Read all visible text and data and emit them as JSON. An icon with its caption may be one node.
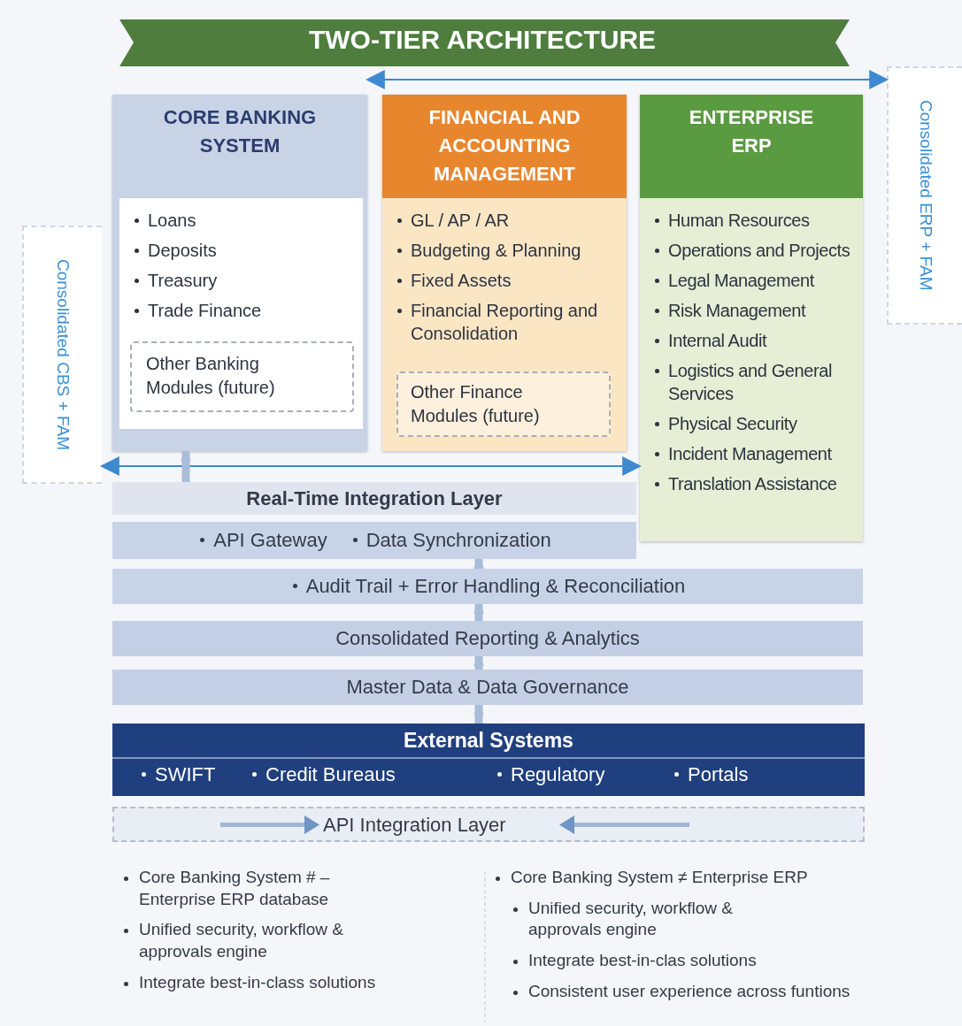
{
  "diagram": {
    "title": "TWO-TIER ARCHITECTURE",
    "nodes": [
      {
        "text": [
          "CORE BANKING SYSTEM",
          "Loans",
          "Deposits",
          "Treasury",
          "Trade Finance"
        ]
      },
      {
        "text": [
          "Other Banking Modules (future)"
        ],
        "in": 0
      },
      {
        "text": [
          "FINANCIAL AND ACCOUNTING MANAGEMENT",
          "GL / AP / AR",
          "Budgeting & Planning",
          "Fixed Assets",
          "Financial Reporting and Consolidation"
        ]
      },
      {
        "text": [
          "Other Finance Modules (future)"
        ],
        "in": 2
      },
      {
        "text": [
          "ENTERPRISE ERP",
          "Human Resources",
          "Operations and Projects",
          "Legal Management",
          "Risk Management",
          "Internal Audit",
          "Logistics and General Services",
          "Physical Security",
          "Incident Management",
          "Translation Assistance"
        ]
      },
      {
        "text": [
          "Consolidated ERP + FAM"
        ]
      },
      {
        "text": [
          "Consolidated CBS + FAM"
        ]
      },
      {
        "text": [
          "Real-Time Integration Layer"
        ]
      },
      {
        "text": [
          "API Gateway",
          "Data Synchronization"
        ]
      },
      {
        "text": [
          "Audit Trail + Error Handling & Reconciliation"
        ]
      },
      {
        "text": [
          "Consolidated Reporting & Analytics"
        ]
      },
      {
        "text": [
          "Master Data & Data Governance"
        ]
      },
      {
        "text": [
          "External Systems",
          "SWIFT",
          "Credit Bureaus",
          "Regulatory",
          "Portals"
        ]
      },
      {
        "text": [
          "API Integration Layer"
        ]
      }
    ],
    "edges": [
      {
        "from": 0,
        "to": 5,
        "arrow": "both",
        "color": "#3d8ad0"
      },
      {
        "from": 6,
        "to": 4,
        "arrow": "both",
        "color": "#3d8ad0"
      },
      {
        "from": 7,
        "to": 0,
        "arrow": "to"
      },
      {
        "from": 9,
        "to": 8,
        "arrow": "to"
      },
      {
        "from": 10,
        "to": 9,
        "arrow": "to"
      },
      {
        "from": 11,
        "to": 10,
        "arrow": "to"
      },
      {
        "from": 12,
        "to": 11,
        "arrow": "to"
      }
    ],
    "labels": [
      "Core Banking System # – Enterprise ERP database",
      "Unified security, workflow & approvals engine",
      "Integrate best-in-class solutions",
      "Core Banking System ≠ Enterprise ERP",
      "Unified security, workflow & approvals engine",
      "Integrate best-in-clas solutions",
      "Consistent user experience across funtions"
    ]
  }
}
